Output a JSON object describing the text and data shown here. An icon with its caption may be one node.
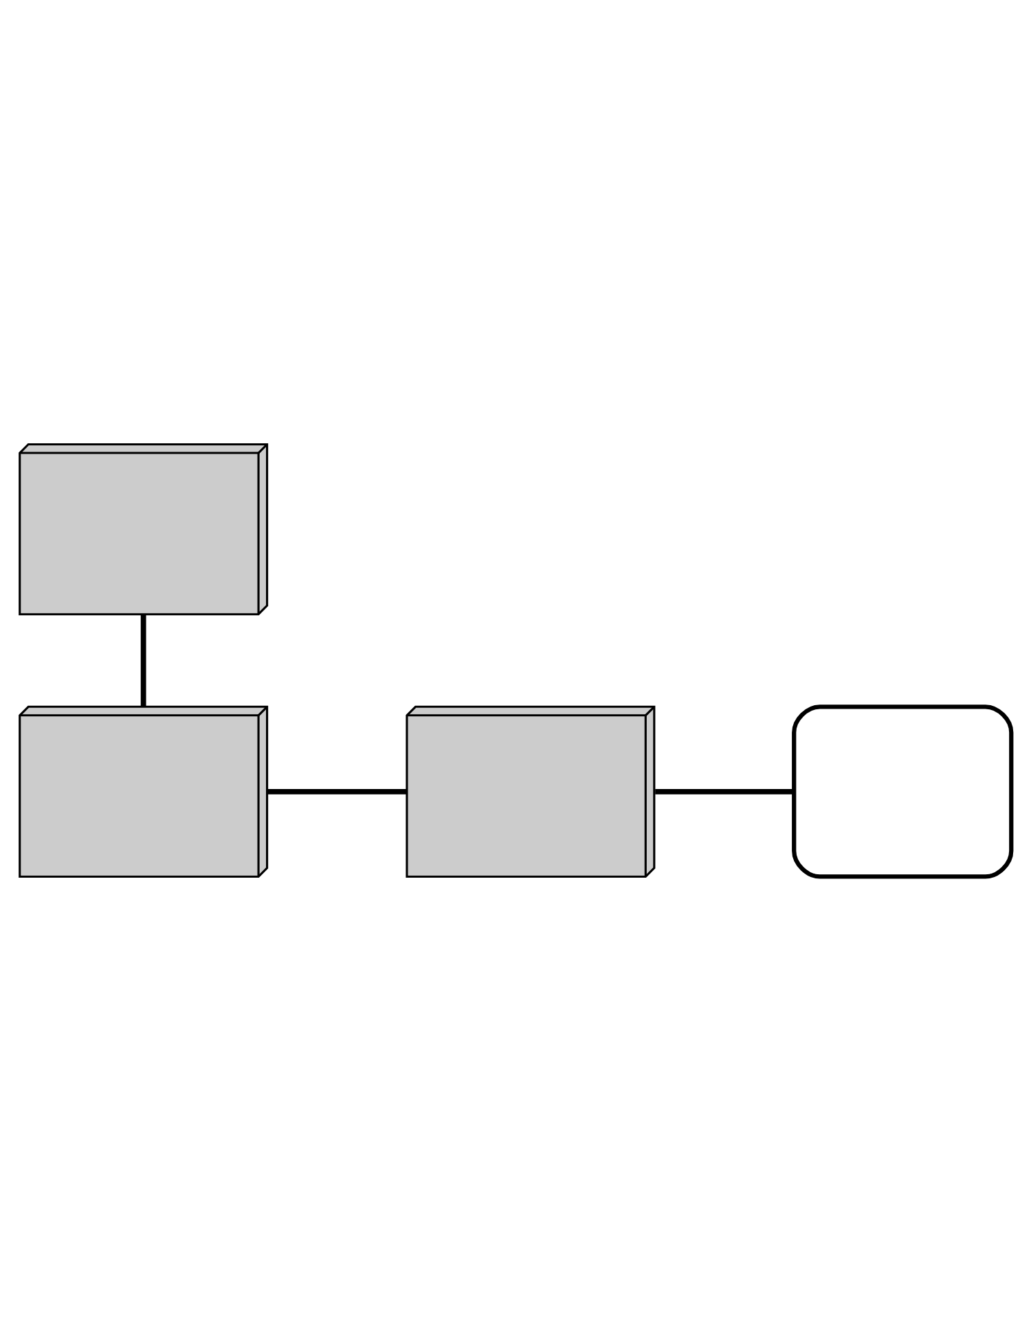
{
  "diagram": {
    "nodes": [
      {
        "text": [],
        "shape": "picture"
      },
      {
        "text": [],
        "shape": "picture"
      },
      {
        "text": [],
        "shape": "picture"
      },
      {
        "text": [],
        "shape": "box"
      }
    ],
    "edges": [
      {
        "from": 0,
        "to": 1,
        "arrow": "none"
      },
      {
        "from": 1,
        "to": 2,
        "arrow": "none"
      },
      {
        "from": 2,
        "to": 3,
        "arrow": "none"
      }
    ]
  }
}
